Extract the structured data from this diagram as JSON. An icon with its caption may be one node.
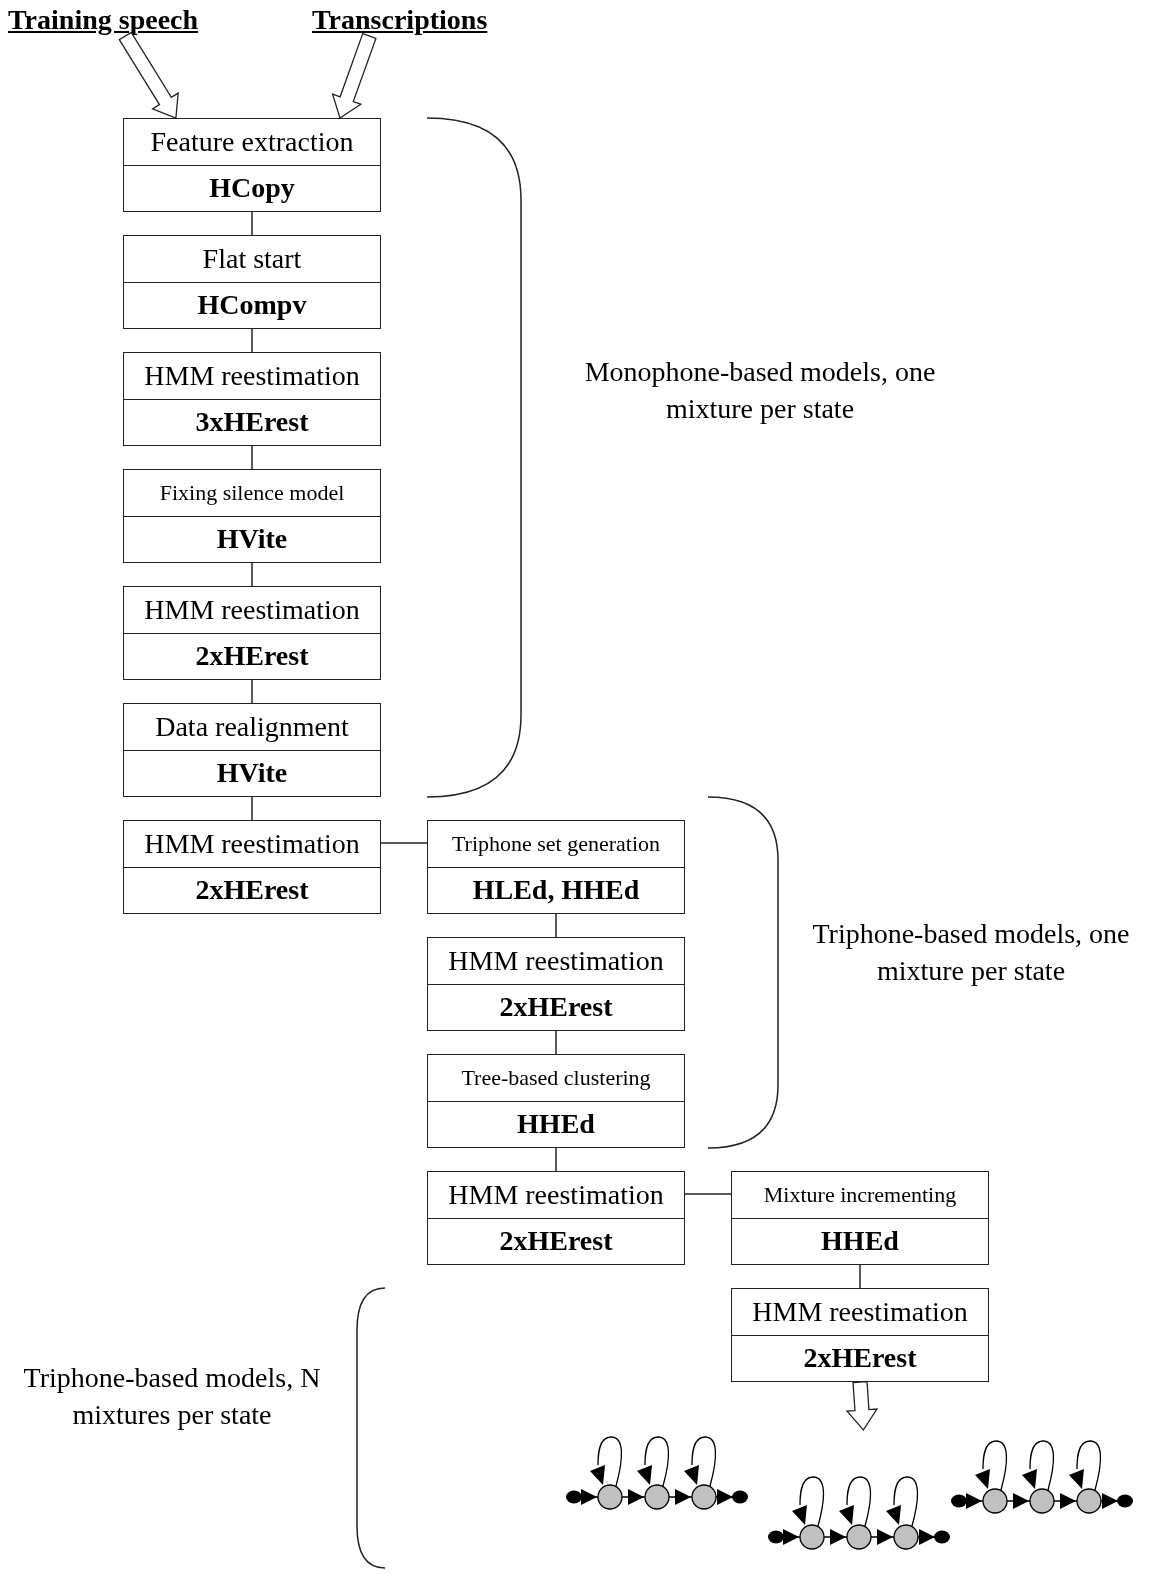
{
  "diagram": {
    "nodes": [
      {
        "text": [
          "Training speech"
        ]
      },
      {
        "text": [
          "Transcriptions"
        ]
      },
      {
        "text": [
          "Feature extraction",
          "HCopy"
        ]
      },
      {
        "text": [
          "Flat start",
          "HCompv"
        ]
      },
      {
        "text": [
          "HMM reestimation",
          "3xHErest"
        ]
      },
      {
        "text": [
          "Fixing silence model",
          "HVite"
        ]
      },
      {
        "text": [
          "HMM reestimation",
          "2xHErest"
        ]
      },
      {
        "text": [
          "Data realignment",
          "HVite"
        ]
      },
      {
        "text": [
          "HMM reestimation",
          "2xHErest"
        ]
      },
      {
        "text": [
          "Triphone set generation",
          "HLEd, HHEd"
        ]
      },
      {
        "text": [
          "HMM reestimation",
          "2xHErest"
        ]
      },
      {
        "text": [
          "Tree-based clustering",
          "HHEd"
        ]
      },
      {
        "text": [
          "HMM reestimation",
          "2xHErest"
        ]
      },
      {
        "text": [
          "Mixture incrementing",
          "HHEd"
        ]
      },
      {
        "text": [
          "HMM reestimation",
          "2xHErest"
        ]
      },
      {
        "text": [],
        "shape": "picture"
      }
    ],
    "edges": [
      {
        "from": 0,
        "to": 2,
        "arrow": "to"
      },
      {
        "from": 1,
        "to": 2,
        "arrow": "to"
      },
      {
        "from": 2,
        "to": 3,
        "arrow": "none"
      },
      {
        "from": 3,
        "to": 4,
        "arrow": "none"
      },
      {
        "from": 4,
        "to": 5,
        "arrow": "none"
      },
      {
        "from": 5,
        "to": 6,
        "arrow": "none"
      },
      {
        "from": 6,
        "to": 7,
        "arrow": "none"
      },
      {
        "from": 7,
        "to": 8,
        "arrow": "none"
      },
      {
        "from": 8,
        "to": 9,
        "arrow": "none"
      },
      {
        "from": 9,
        "to": 10,
        "arrow": "none"
      },
      {
        "from": 10,
        "to": 11,
        "arrow": "none"
      },
      {
        "from": 11,
        "to": 12,
        "arrow": "none"
      },
      {
        "from": 12,
        "to": 13,
        "arrow": "none"
      },
      {
        "from": 13,
        "to": 14,
        "arrow": "none"
      },
      {
        "from": 14,
        "to": 15,
        "arrow": "to"
      }
    ],
    "labels": [
      "Monophone-based models, one mixture per state",
      "Triphone-based models, one mixture per state",
      "Triphone-based models, N mixtures per state"
    ]
  }
}
